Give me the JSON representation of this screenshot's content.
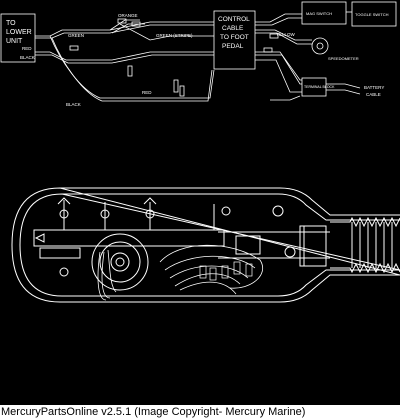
{
  "caption": "MercuryPartsOnline v2.5.1 (Image Copyright- Mercury Marine)",
  "wiring": {
    "lower_unit_lines": [
      "TO",
      "LOWER",
      "UNIT"
    ],
    "control_cable_lines": [
      "CONTROL",
      "CABLE",
      "TO FOOT",
      "PEDAL"
    ],
    "wire_orange": "ORANGE",
    "wire_green": "GREEN",
    "wire_green_stripe": "GREEN (STRIPE)",
    "wire_red": "RED",
    "wire_black": "BLACK",
    "wire_yellow": "YELLOW",
    "magnet_switch": "MAG SWITCH",
    "toggle_switch": "TOGGLE SWITCH",
    "speedometer": "SPEEDOMETER",
    "terminal_block": "TERMINAL BLOCK",
    "battery_cable_lines": [
      "BATTERY",
      "CABLE"
    ]
  }
}
